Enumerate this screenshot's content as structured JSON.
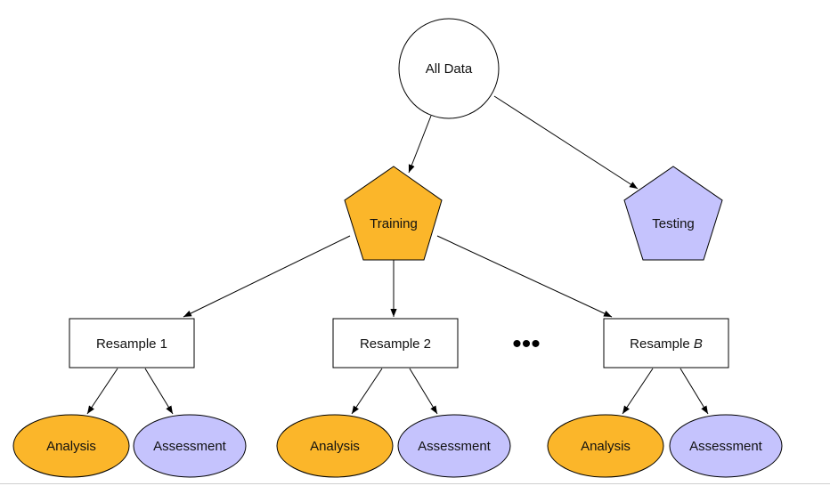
{
  "nodes": {
    "all_data": "All Data",
    "training": "Training",
    "testing": "Testing",
    "resample_1": "Resample 1",
    "resample_2": "Resample 2",
    "resample_b_prefix": "Resample ",
    "resample_b_letter": "B",
    "ellipsis": "•••",
    "analysis": "Analysis",
    "assessment": "Assessment"
  },
  "colors": {
    "training_fill": "#fbb62a",
    "testing_fill": "#c5c3fd",
    "analysis_fill": "#fbb62a",
    "assessment_fill": "#c5c3fd",
    "circle_fill": "#ffffff",
    "box_fill": "#ffffff",
    "stroke": "#000000"
  }
}
